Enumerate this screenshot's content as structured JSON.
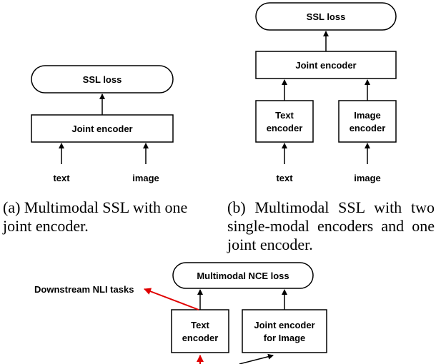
{
  "panel_a": {
    "loss": "SSL loss",
    "encoder": "Joint encoder",
    "input_text": "text",
    "input_image": "image",
    "caption": "(a) Multimodal SSL with one joint encoder."
  },
  "panel_b": {
    "loss": "SSL loss",
    "joint_encoder": "Joint encoder",
    "text_encoder": [
      "Text",
      "encoder"
    ],
    "image_encoder": [
      "Image",
      "encoder"
    ],
    "input_text": "text",
    "input_image": "image",
    "caption": "(b) Multimodal SSL with two single-modal encoders and one joint encoder."
  },
  "panel_c": {
    "loss": "Multimodal NCE loss",
    "downstream": "Downstream NLI tasks",
    "text_encoder": [
      "Text",
      "encoder"
    ],
    "joint_encoder": [
      "Joint encoder",
      "for Image"
    ]
  },
  "colors": {
    "highlight_arrow": "#e00000",
    "stroke": "#000000"
  }
}
